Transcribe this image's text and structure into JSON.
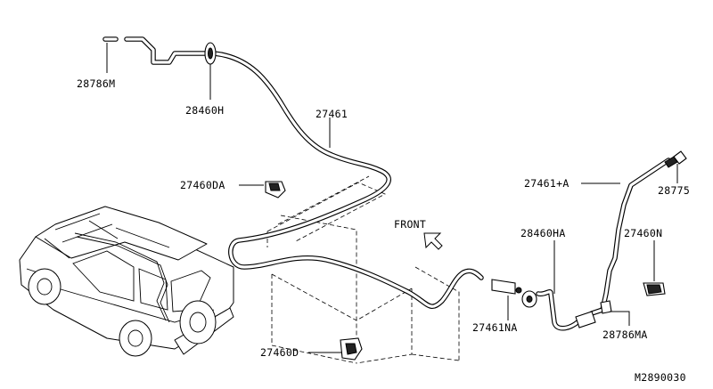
{
  "labels": {
    "p28786M": "28786M",
    "p28460H": "28460H",
    "p27461": "27461",
    "p27460DA": "27460DA",
    "p27461A": "27461+A",
    "p28775": "28775",
    "p28460HA": "28460HA",
    "p27460N": "27460N",
    "p27461NA": "27461NA",
    "p28786MA": "28786MA",
    "p27460D": "27460D",
    "front": "FRONT",
    "diagram_code": "M2890030"
  }
}
